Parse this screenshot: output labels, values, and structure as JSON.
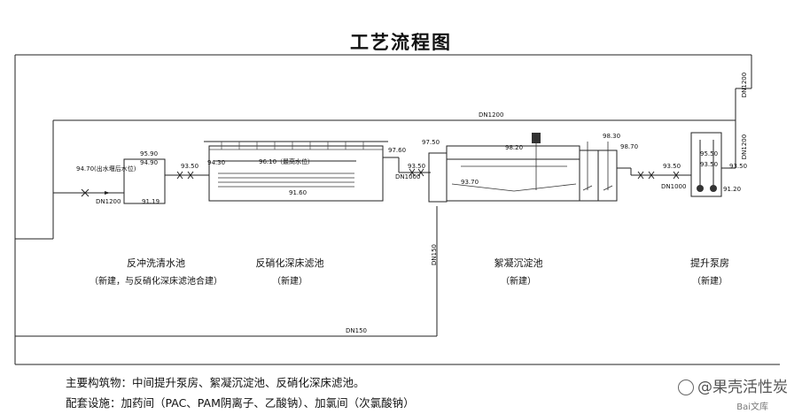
{
  "title": "工艺流程图",
  "units": [
    {
      "name": "反冲洗清水池",
      "sub": "（新建，与反硝化深床滤池合建）"
    },
    {
      "name": "反硝化深床滤池",
      "sub": "（新建）"
    },
    {
      "name": "絮凝沉淀池",
      "sub": "（新建）"
    },
    {
      "name": "提升泵房",
      "sub": "（新建）"
    }
  ],
  "elevations": {
    "e9590": "95.90",
    "e9490": "94.90",
    "e9470": "94.70(出水堰后水位)",
    "e9350a": "93.50",
    "e9430": "94.30",
    "e9610": "96.10（最高水位）",
    "e9160": "91.60",
    "e9119": "91.19",
    "e9760": "97.60",
    "e9750": "97.50",
    "e9350b": "93.50",
    "e9820": "98.20",
    "e9830": "98.30",
    "e9870": "98.70",
    "e9370": "93.70",
    "e9350c": "93.50",
    "e9550": "95.50",
    "e9350d": "93.50",
    "e9350e": "93.50",
    "e9120": "91.20"
  },
  "pipes": {
    "dn1200_top": "DN1200",
    "dn1200_vert": "DN1200",
    "dn1200_mid": "DN1200",
    "dn1200_left": "DN1200",
    "dn1000_a": "DN1000",
    "dn1000_b": "DN1000",
    "dn150_vert": "DN150",
    "dn150_bottom": "DN150"
  },
  "footer": {
    "line1": "主要构筑物：中间提升泵房、絮凝沉淀池、反硝化深床滤池。",
    "line2": "配套设施：加药间（PAC、PAM阴离子、乙酸钠）、加氯间（次氯酸钠）"
  },
  "watermark": {
    "main": "@果壳活性炭",
    "sub": "Bai文库"
  }
}
